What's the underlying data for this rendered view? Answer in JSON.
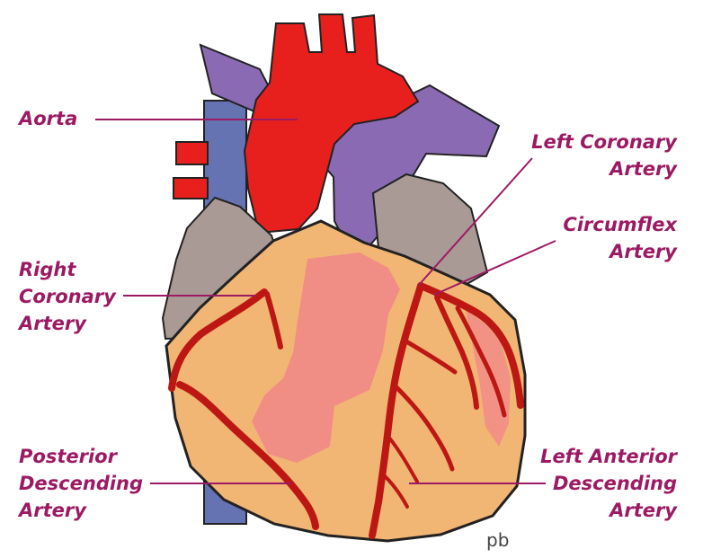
{
  "colors": {
    "label": "#9c1a63",
    "aorta": "#e7201d",
    "pulmonary": "#8a6bb3",
    "vena_cava": "#6673b3",
    "atrium": "#a99a95",
    "ventricle": "#f2b674",
    "ischemic_area": "#f08a88",
    "coronary": "#bd1714"
  },
  "labels": {
    "aorta": "Aorta",
    "left_coronary_artery": "Left Coronary\nArtery",
    "circumflex_artery": "Circumflex\nArtery",
    "right_coronary_artery": "Right\nCoronary\nArtery",
    "posterior_descending_artery": "Posterior\nDescending\nArtery",
    "left_anterior_descending_artery": "Left Anterior\nDescending\nArtery"
  },
  "signature": "pb"
}
